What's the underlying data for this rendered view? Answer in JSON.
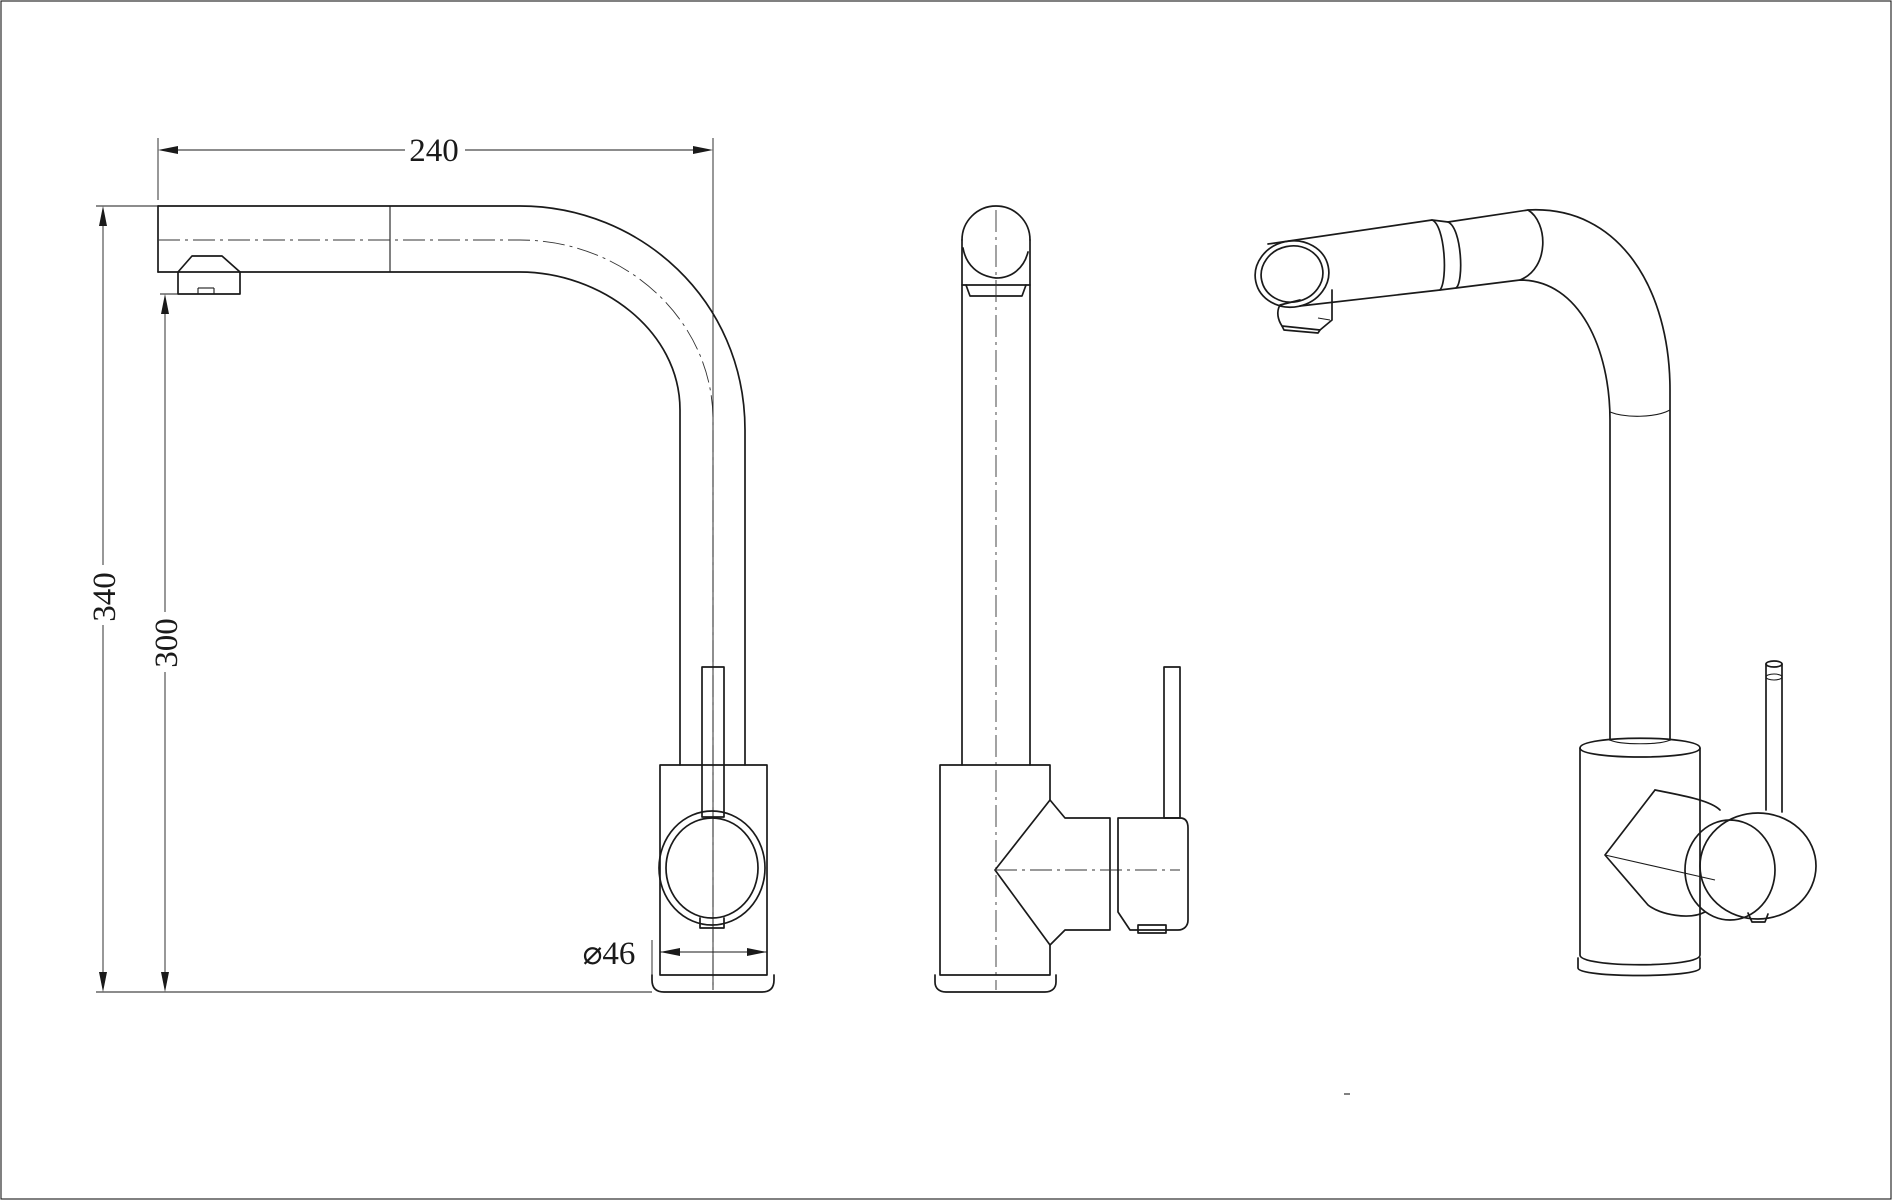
{
  "dimensions": {
    "spout_reach": "240",
    "total_height": "340",
    "spout_height": "300",
    "base_diameter": "⌀46"
  },
  "views": [
    "front-view",
    "side-view",
    "perspective-view"
  ]
}
